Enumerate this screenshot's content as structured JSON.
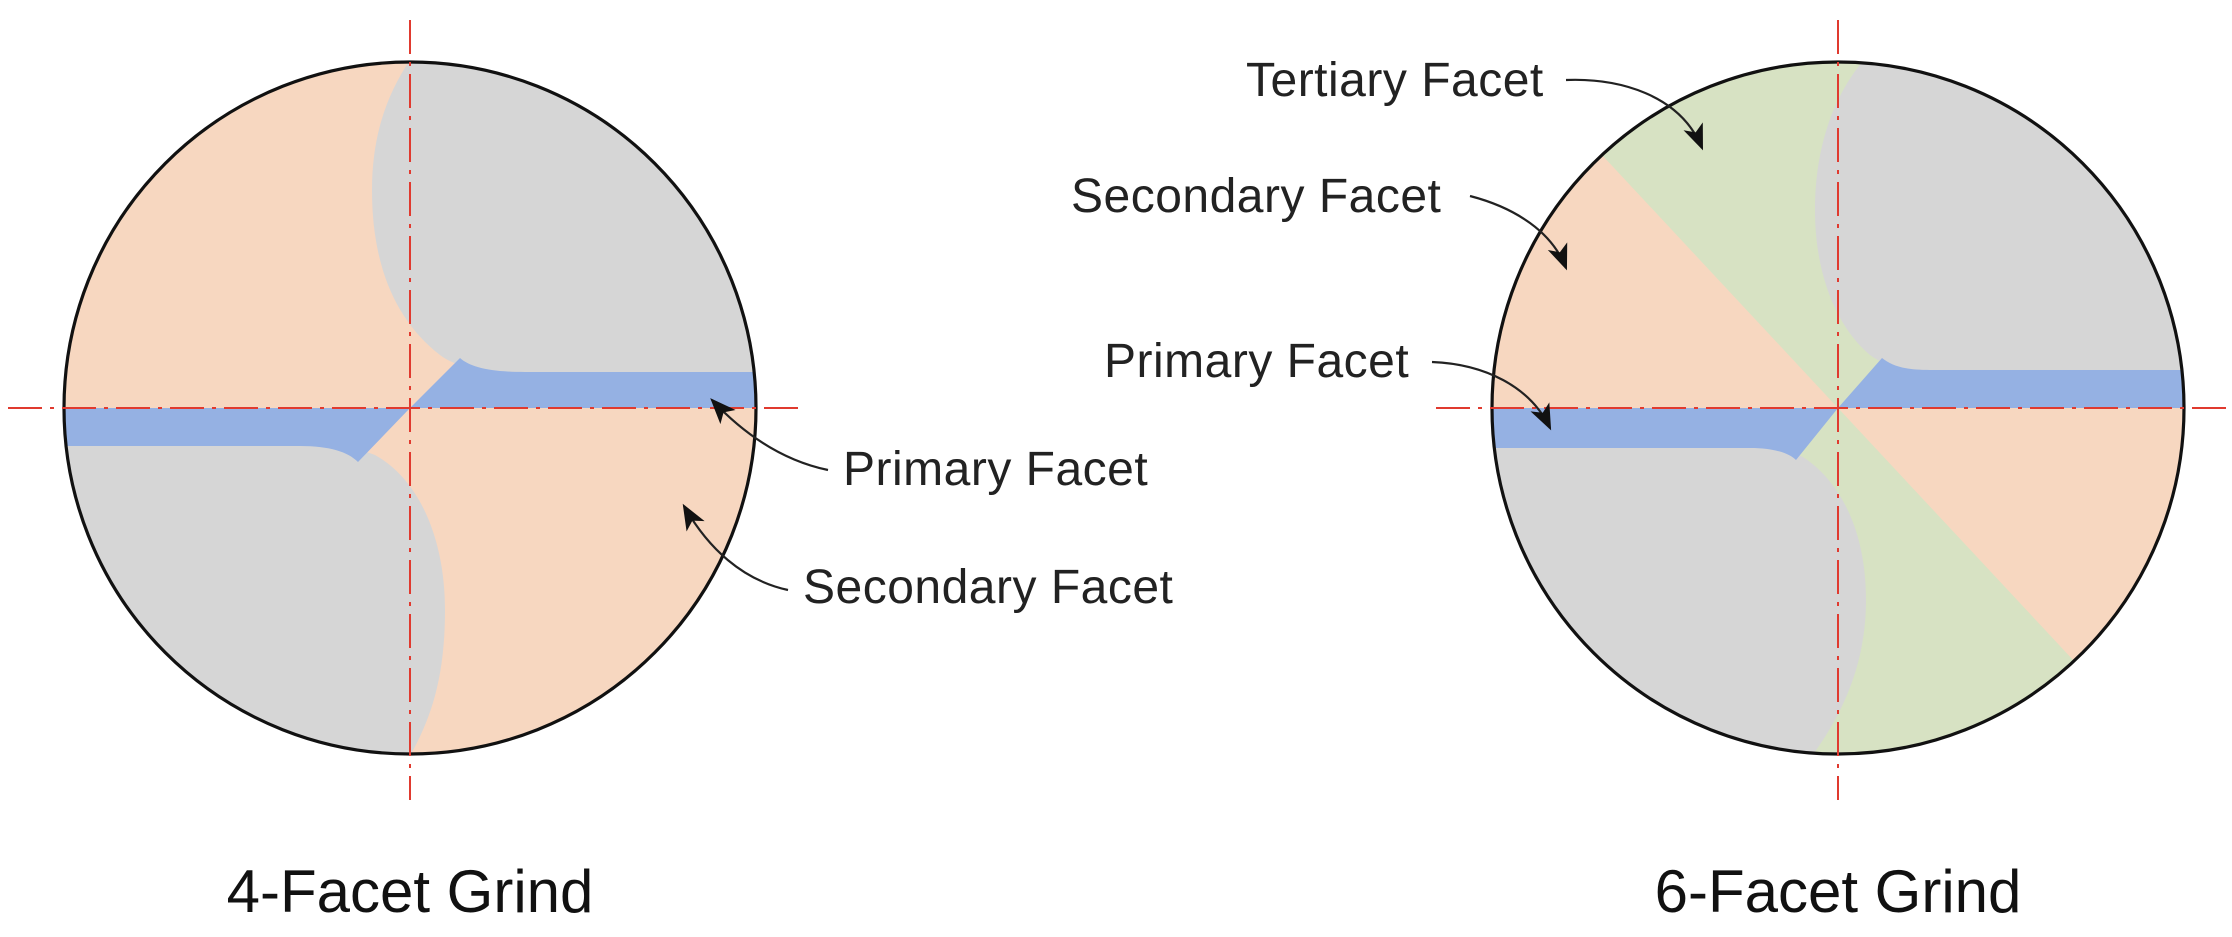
{
  "colors": {
    "primary_facet": "#95b1e3",
    "secondary_facet": "#f7d7c0",
    "tertiary_facet": "#d7e2c3",
    "flute": "#d6d6d6",
    "axis": "#e03a2f",
    "outline": "#111111"
  },
  "left_diagram": {
    "caption": "4-Facet Grind",
    "labels": {
      "primary": "Primary Facet",
      "secondary": "Secondary Facet"
    }
  },
  "right_diagram": {
    "caption": "6-Facet Grind",
    "labels": {
      "tertiary": "Tertiary Facet",
      "secondary": "Secondary Facet",
      "primary": "Primary Facet"
    }
  }
}
